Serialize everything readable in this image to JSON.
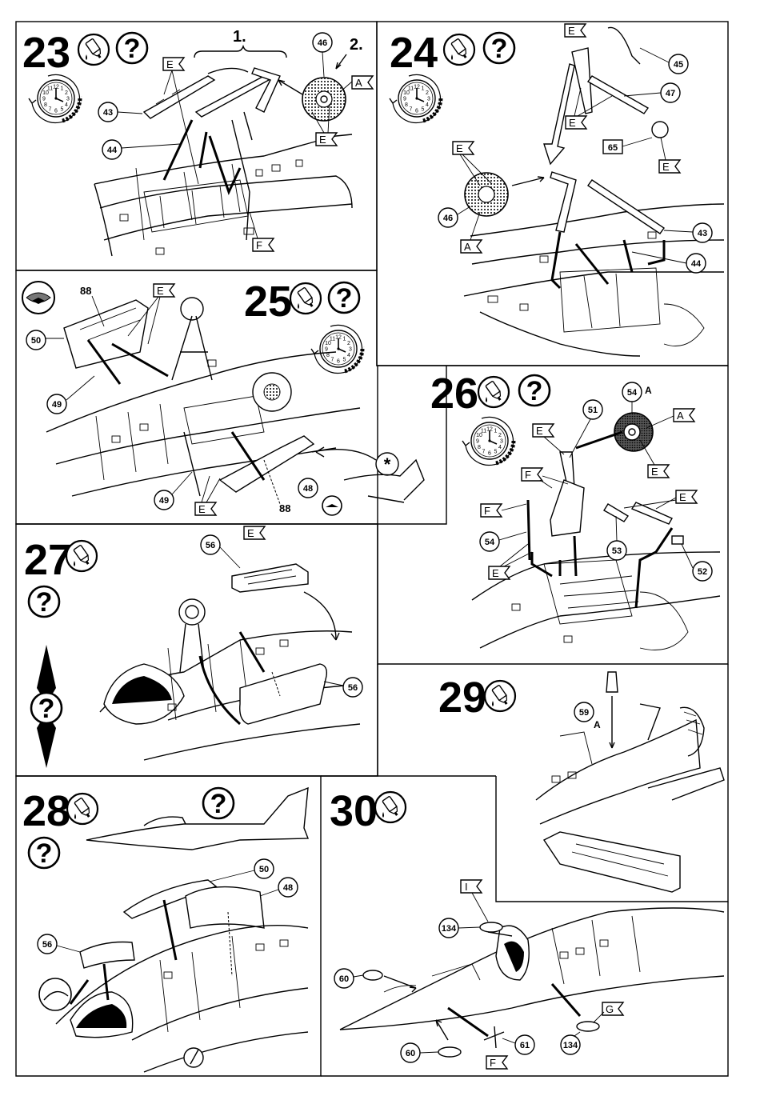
{
  "steps": [
    {
      "number": "23",
      "callouts": [
        "43",
        "44",
        "46"
      ],
      "flags": [
        "E",
        "E",
        "A",
        "E",
        "F"
      ],
      "sub_labels": [
        "1.",
        "2."
      ]
    },
    {
      "number": "24",
      "callouts": [
        "45",
        "47",
        "65",
        "46",
        "43",
        "44"
      ],
      "flags": [
        "E",
        "E",
        "E",
        "E",
        "A"
      ]
    },
    {
      "number": "25",
      "callouts": [
        "88",
        "50",
        "49",
        "49",
        "48",
        "88"
      ],
      "flags": [
        "E",
        "E"
      ]
    },
    {
      "number": "26",
      "callouts": [
        "54",
        "51",
        "53",
        "54",
        "52"
      ],
      "callout_suffix": "A",
      "flags": [
        "E",
        "A",
        "E",
        "F",
        "E",
        "F",
        "E"
      ]
    },
    {
      "number": "27",
      "callouts": [
        "56",
        "56"
      ],
      "flags": [
        "E"
      ]
    },
    {
      "number": "28",
      "callouts": [
        "50",
        "48",
        "56"
      ]
    },
    {
      "number": "29",
      "callouts": [
        "59"
      ],
      "callout_suffix": "A"
    },
    {
      "number": "30",
      "callouts": [
        "134",
        "60",
        "60",
        "61",
        "134"
      ],
      "flags": [
        "I",
        "F",
        "G"
      ]
    }
  ],
  "symbols": {
    "question": "?",
    "asterisk": "*"
  },
  "clock_numbers": [
    "12",
    "1",
    "2",
    "3",
    "4",
    "5",
    "6",
    "7",
    "8",
    "9",
    "10",
    "11"
  ]
}
